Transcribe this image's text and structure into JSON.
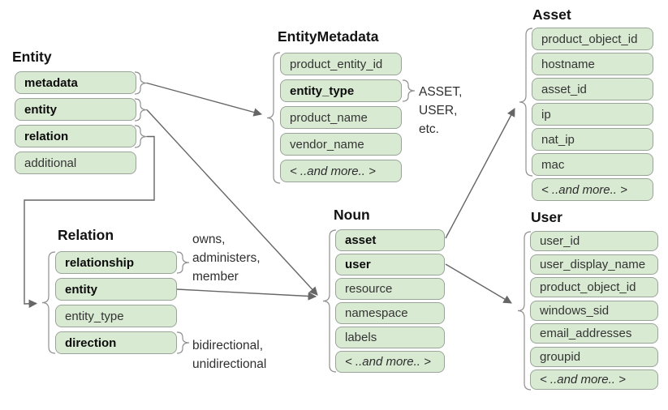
{
  "boxes": {
    "entity": {
      "title": "Entity",
      "fields": [
        "metadata",
        "entity",
        "relation",
        "additional"
      ]
    },
    "entitymetadata": {
      "title": "EntityMetadata",
      "fields": [
        "product_entity_id",
        "entity_type",
        "product_name",
        "vendor_name",
        "< ..and more.. >"
      ]
    },
    "asset": {
      "title": "Asset",
      "fields": [
        "product_object_id",
        "hostname",
        "asset_id",
        "ip",
        "nat_ip",
        "mac",
        "< ..and more.. >"
      ]
    },
    "relation": {
      "title": "Relation",
      "fields": [
        "relationship",
        "entity",
        "entity_type",
        "direction"
      ]
    },
    "noun": {
      "title": "Noun",
      "fields": [
        "asset",
        "user",
        "resource",
        "namespace",
        "labels",
        "< ..and more.. >"
      ]
    },
    "user": {
      "title": "User",
      "fields": [
        "user_id",
        "user_display_name",
        "product_object_id",
        "windows_sid",
        "email_addresses",
        "groupid",
        "< ..and more.. >"
      ]
    }
  },
  "annotations": {
    "entity_type_values": {
      "line1": "ASSET,",
      "line2": "USER,",
      "line3": "etc."
    },
    "relationship_values": {
      "line1": "owns,",
      "line2": "administers,",
      "line3": "member"
    },
    "direction_values": {
      "line1": "bidirectional,",
      "line2": "unidirectional"
    }
  },
  "colors": {
    "row-fill": "#d9ead3",
    "row-border": "#9aa39a",
    "brace": "#8f8f8f",
    "arrow": "#666666"
  }
}
